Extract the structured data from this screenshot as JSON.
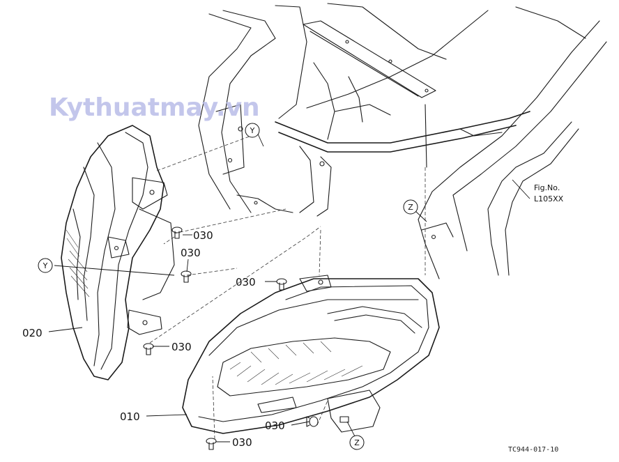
{
  "watermark": "Kythuatmay.vn",
  "figure": {
    "fig_label": "Fig.No.",
    "fig_number": "L105XX",
    "code": "TC944-017-10"
  },
  "views": {
    "y": "Y",
    "z": "Z"
  },
  "parts": {
    "p010": "010",
    "p020": "020",
    "p030": "030"
  }
}
